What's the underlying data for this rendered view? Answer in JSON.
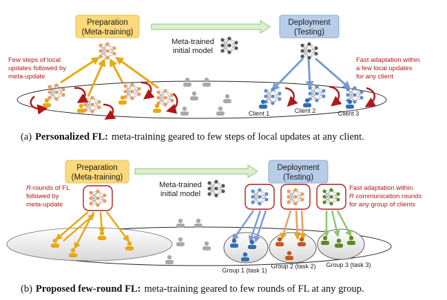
{
  "panel_a": {
    "prep_line1": "Preparation",
    "prep_line2": "(Meta-training)",
    "deploy_line1": "Deployment",
    "deploy_line2": "(Testing)",
    "model_line1": "Meta-trained",
    "model_line2": "initial model",
    "left_note": [
      "Few steps of local",
      "updates followed by",
      "meta-update"
    ],
    "right_note": [
      "Fast adaptation within",
      "a few local updates",
      "for any client"
    ],
    "client1": "Client 1",
    "client2": "Client 2",
    "client3": "Client 3",
    "caption_label": "(a)",
    "caption_bold": "Personalized FL:",
    "caption_rest": "meta-training geared to few steps of local updates at any client."
  },
  "panel_b": {
    "prep_line1": "Preparation",
    "prep_line2": "(Meta-training)",
    "deploy_line1": "Deployment",
    "deploy_line2": "(Testing)",
    "model_line1": "Meta-trained",
    "model_line2": "initial model",
    "left_note_r": "R",
    "left_note_line1_rest": "-rounds of FL",
    "left_note_line2": "followed by",
    "left_note_line3": "meta-update",
    "right_note_line1": "Fast adaptation within",
    "right_note_r": "R",
    "right_note_line2_rest": " communication rounds",
    "right_note_line3": "for any group of clients",
    "group1": "Group 1 (task 1)",
    "group2": "Group 2 (task 2)",
    "group3": "Group 3 (task 3)",
    "caption_label": "(b)",
    "caption_bold": "Proposed few-round FL:",
    "caption_rest": "meta-training geared to few rounds of FL at any group."
  },
  "colors": {
    "yellow_box": "#fcd97a",
    "blue_box": "#b8cde8",
    "orange_arrow": "#e8a812",
    "blue_arrow": "#7a9ad4",
    "green_arrow": "#8cc474",
    "dark_red": "#b01818",
    "gray_person": "#a9a9a9",
    "yellow_person": "#e8a812",
    "blue_person": "#2e6fb0",
    "orange_person": "#c8561b",
    "green_person": "#5a8a26"
  }
}
